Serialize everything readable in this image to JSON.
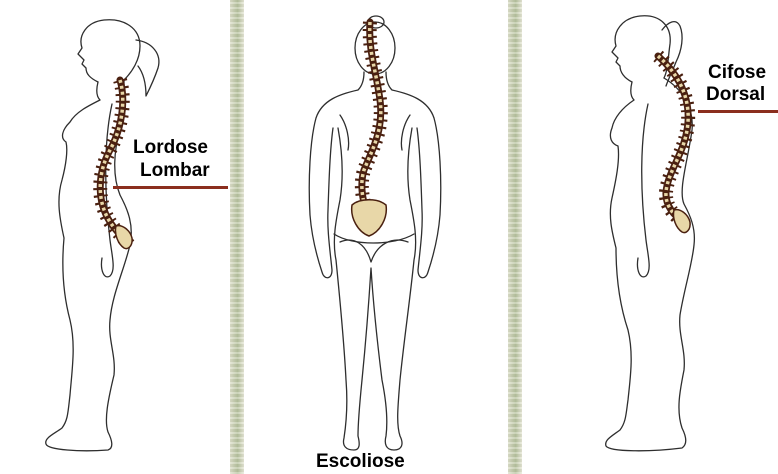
{
  "lordose": {
    "line1": "Lordose",
    "line2": "Lombar"
  },
  "escoliose": {
    "label": "Escoliose"
  },
  "cifose": {
    "line1": "Cifose",
    "line2": "Dorsal"
  },
  "colors": {
    "spine": "#4a2010",
    "vertebra": "#e8d7a8",
    "callout_line": "#8b2e1e",
    "outline": "#2e2e2e",
    "divider": "#c5cdae"
  }
}
